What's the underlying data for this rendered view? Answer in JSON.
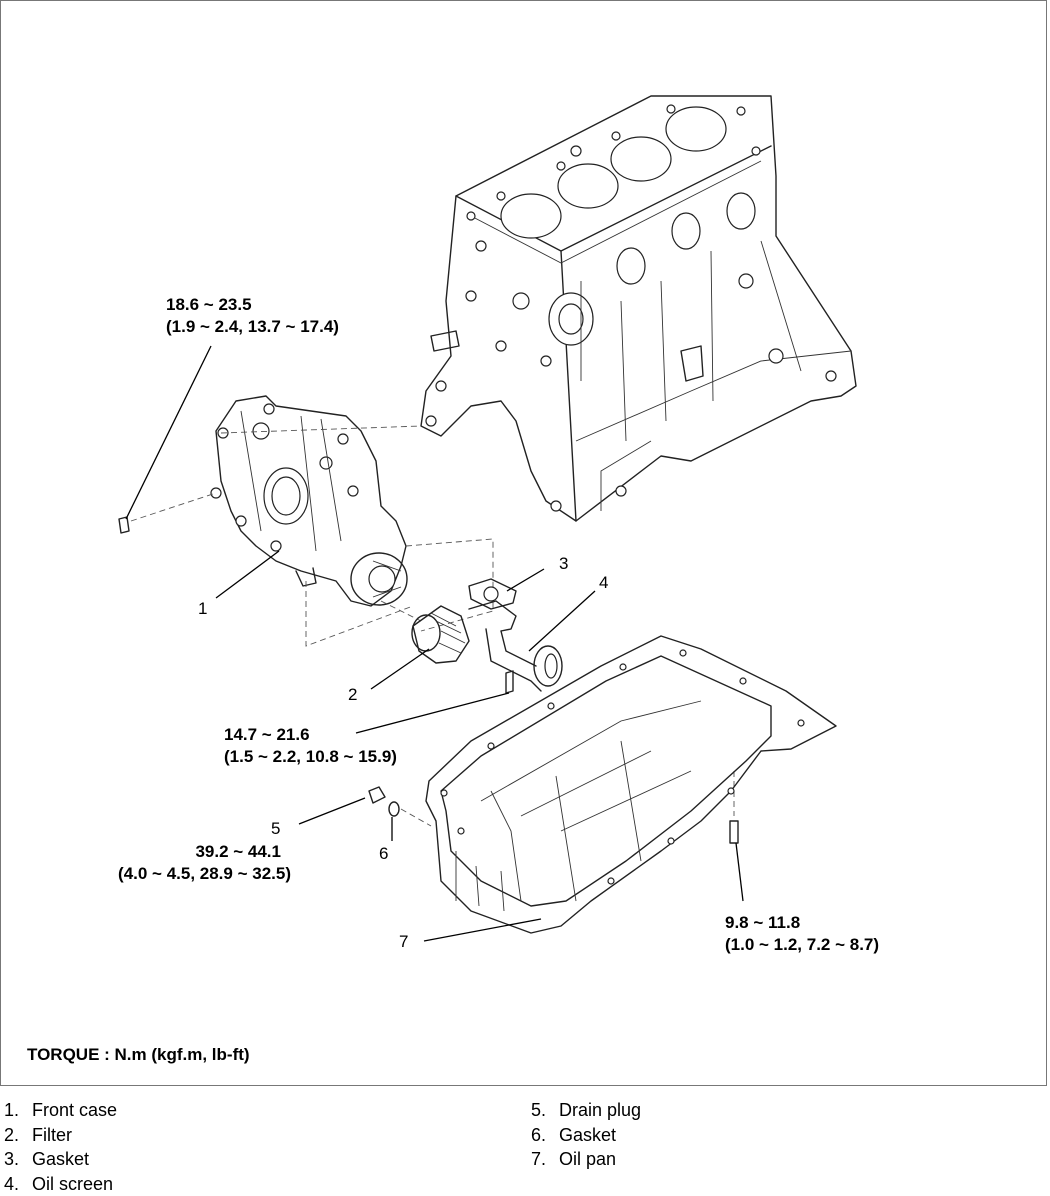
{
  "torque_note": "TORQUE : N.m (kgf.m, lb-ft)",
  "torque_specs": [
    {
      "id": "front-case-bolt",
      "line1": "18.6 ~ 23.5",
      "line2": "(1.9 ~ 2.4, 13.7 ~ 17.4)"
    },
    {
      "id": "oil-screen-bolt",
      "line1": "14.7 ~ 21.6",
      "line2": "(1.5 ~ 2.2, 10.8 ~ 15.9)"
    },
    {
      "id": "drain-plug",
      "line1": "39.2 ~ 44.1",
      "line2": "(4.0 ~ 4.5, 28.9 ~ 32.5)"
    },
    {
      "id": "oil-pan-bolt",
      "line1": "9.8 ~ 11.8",
      "line2": "(1.0 ~ 1.2, 7.2 ~ 8.7)"
    }
  ],
  "callouts": [
    "1",
    "2",
    "3",
    "4",
    "5",
    "6",
    "7"
  ],
  "legend": [
    {
      "num": "1.",
      "label": "Front case"
    },
    {
      "num": "2.",
      "label": "Filter"
    },
    {
      "num": "3.",
      "label": "Gasket"
    },
    {
      "num": "4.",
      "label": "Oil screen"
    },
    {
      "num": "5.",
      "label": "Drain plug"
    },
    {
      "num": "6.",
      "label": "Gasket"
    },
    {
      "num": "7.",
      "label": "Oil pan"
    }
  ]
}
